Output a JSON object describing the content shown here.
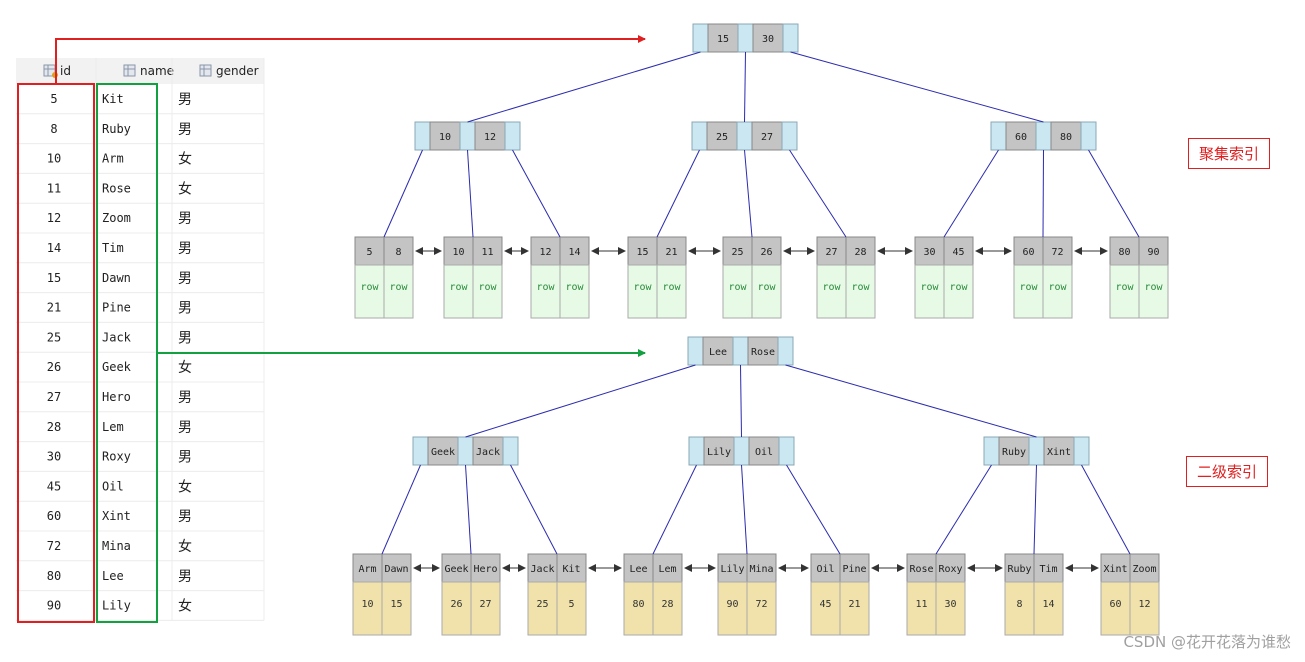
{
  "table": {
    "headers": [
      {
        "label": "id",
        "icon": "key-column-icon"
      },
      {
        "label": "name",
        "icon": "column-icon"
      },
      {
        "label": "gender",
        "icon": "column-icon"
      }
    ],
    "rows": [
      [
        "5",
        "Kit",
        "男"
      ],
      [
        "8",
        "Ruby",
        "男"
      ],
      [
        "10",
        "Arm",
        "女"
      ],
      [
        "11",
        "Rose",
        "女"
      ],
      [
        "12",
        "Zoom",
        "男"
      ],
      [
        "14",
        "Tim",
        "男"
      ],
      [
        "15",
        "Dawn",
        "男"
      ],
      [
        "21",
        "Pine",
        "男"
      ],
      [
        "25",
        "Jack",
        "男"
      ],
      [
        "26",
        "Geek",
        "女"
      ],
      [
        "27",
        "Hero",
        "男"
      ],
      [
        "28",
        "Lem",
        "男"
      ],
      [
        "30",
        "Roxy",
        "男"
      ],
      [
        "45",
        "Oil",
        "女"
      ],
      [
        "60",
        "Xint",
        "男"
      ],
      [
        "72",
        "Mina",
        "女"
      ],
      [
        "80",
        "Lee",
        "男"
      ],
      [
        "90",
        "Lily",
        "女"
      ]
    ]
  },
  "clustered": {
    "label": "聚集索引",
    "root": [
      "15",
      "30"
    ],
    "internal": [
      [
        "10",
        "12"
      ],
      [
        "25",
        "27"
      ],
      [
        "60",
        "80"
      ]
    ],
    "leaves": [
      [
        "5",
        "8"
      ],
      [
        "10",
        "11"
      ],
      [
        "12",
        "14"
      ],
      [
        "15",
        "21"
      ],
      [
        "25",
        "26"
      ],
      [
        "27",
        "28"
      ],
      [
        "30",
        "45"
      ],
      [
        "60",
        "72"
      ],
      [
        "80",
        "90"
      ]
    ],
    "row_text": "row"
  },
  "secondary": {
    "label": "二级索引",
    "root": [
      "Lee",
      "Rose"
    ],
    "internal": [
      [
        "Geek",
        "Jack"
      ],
      [
        "Lily",
        "Oil"
      ],
      [
        "Ruby",
        "Xint"
      ]
    ],
    "leaves": [
      [
        "Arm",
        "Dawn"
      ],
      [
        "Geek",
        "Hero"
      ],
      [
        "Jack",
        "Kit"
      ],
      [
        "Lee",
        "Lem"
      ],
      [
        "Lily",
        "Mina"
      ],
      [
        "Oil",
        "Pine"
      ],
      [
        "Rose",
        "Roxy"
      ],
      [
        "Ruby",
        "Tim"
      ],
      [
        "Xint",
        "Zoom"
      ]
    ],
    "leaf_ids": [
      [
        "10",
        "15"
      ],
      [
        "26",
        "27"
      ],
      [
        "25",
        "5"
      ],
      [
        "80",
        "28"
      ],
      [
        "90",
        "72"
      ],
      [
        "45",
        "21"
      ],
      [
        "11",
        "30"
      ],
      [
        "8",
        "14"
      ],
      [
        "60",
        "12"
      ]
    ]
  },
  "watermark": "CSDN @花开花落为谁愁",
  "colors": {
    "key_cell": "#c4c4c4",
    "pointer_cell": "#cbe8f2",
    "row_cell": "#e6fae6",
    "id_cell": "#f0e2aa",
    "edge": "#2b2bb0",
    "red": "#e02020",
    "green": "#12a040"
  }
}
